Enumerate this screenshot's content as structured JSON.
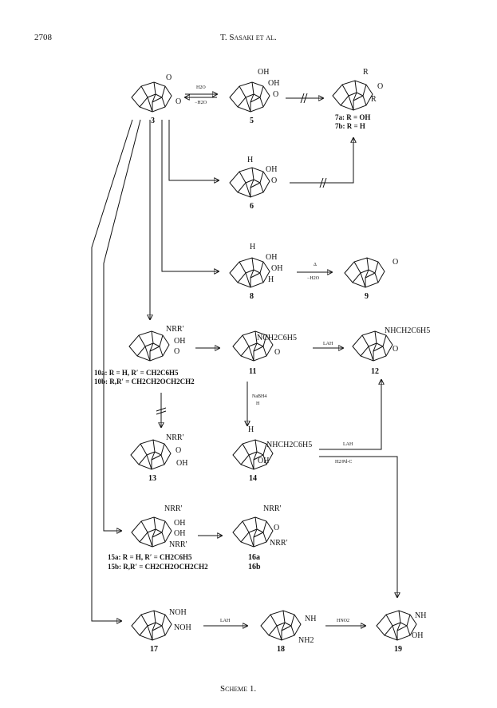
{
  "header": {
    "page_number": "2708",
    "running_title": "T. Sasaki et al."
  },
  "caption": "Scheme 1.",
  "compounds": {
    "c3": "3",
    "c5": "5",
    "c6": "6",
    "c7": "7a: R = OH\n7b: R = H",
    "c7a": "7a: R = OH",
    "c7b": "7b: R = H",
    "c8": "8",
    "c9": "9",
    "c10a": "10a: R = H, R′ = CH2C6H5",
    "c10b": "10b: R,R′ = CH2CH2OCH2CH2",
    "c11": "11",
    "c12": "12",
    "c13": "13",
    "c14": "14",
    "c15a": "15a: R = H, R′ = CH2C6H5",
    "c15b": "15b: R,R′ = CH2CH2OCH2CH2",
    "c16a": "16a",
    "c16b": "16b",
    "c17": "17",
    "c18": "18",
    "c19": "19"
  },
  "groups": {
    "oh": "OH",
    "o": "O",
    "h": "H",
    "r": "R",
    "nrr": "NRR′",
    "nrr2": "NRR′",
    "nch2": "NCH2C6H5",
    "nhch2": "NHCH2C6H5",
    "noh": "NOH",
    "nh": "NH",
    "nh2": "NH2"
  },
  "reagents": {
    "h2o": "H2O",
    "minus_h2o": "−H2O",
    "delta": "Δ",
    "lah": "LAH",
    "nabh4": "NaBH4",
    "h_plus": "H",
    "h2pdc": "H2/Pd-C",
    "hno2": "HNO2"
  }
}
